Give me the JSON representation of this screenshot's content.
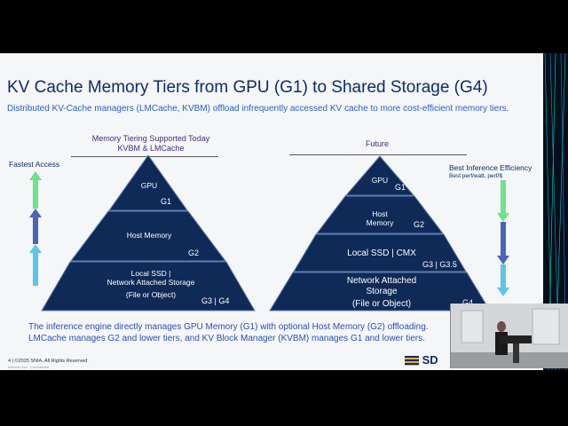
{
  "slide": {
    "title": "KV Cache Memory Tiers from GPU (G1) to Shared Storage (G4)",
    "subtitle": "Distributed KV-Cache managers (LMCache, KVBM) offload infrequently accessed KV cache to more cost-efficient memory tiers."
  },
  "left": {
    "header_line1": "Memory Tiering Supported Today",
    "header_line2": "KVBM & LMCache",
    "axis_label": "Fastest Access",
    "tiers": [
      {
        "name": "GPU",
        "tag": "G1"
      },
      {
        "name": "Host Memory",
        "tag": "G2"
      },
      {
        "name_line1": "Local SSD |",
        "name_line2": "Network Attached Storage",
        "name_line3": "(File or Object)",
        "tag": "G3 | G4"
      }
    ]
  },
  "right": {
    "header": "Future",
    "axis_label": "Best Inference Efficiency",
    "axis_sublabel": "Best perf/watt, perf/$",
    "tiers": [
      {
        "name": "GPU",
        "tag": "G1"
      },
      {
        "name_line1": "Host",
        "name_line2": "Memory",
        "tag": "G2"
      },
      {
        "name": "Local SSD | CMX",
        "tag": "G3 | G3.5"
      },
      {
        "name_line1": "Network Attached",
        "name_line2": "Storage",
        "name_line3": "(File or Object)",
        "tag": "G4"
      }
    ]
  },
  "bottom": {
    "line1": "The inference engine directly manages GPU Memory (G1) with optional Host Memory (G2) offloading.",
    "line2": "LMCache manages G2 and lower tiers, and KV Block Manager (KVBM) manages G1 and lower tiers."
  },
  "footer": {
    "text": "4 | ©2025 SNIA. All Rights Reserved.",
    "subtext": "Internal Use · Confidential"
  },
  "logo": {
    "text": "SD"
  },
  "colors": {
    "navy": "#0d2b6b",
    "pyramid": "#0f2a57",
    "green_arrow": "#6fe38a",
    "blue_arrow": "#4b63b8",
    "cyan_arrow": "#5cc6e6"
  }
}
